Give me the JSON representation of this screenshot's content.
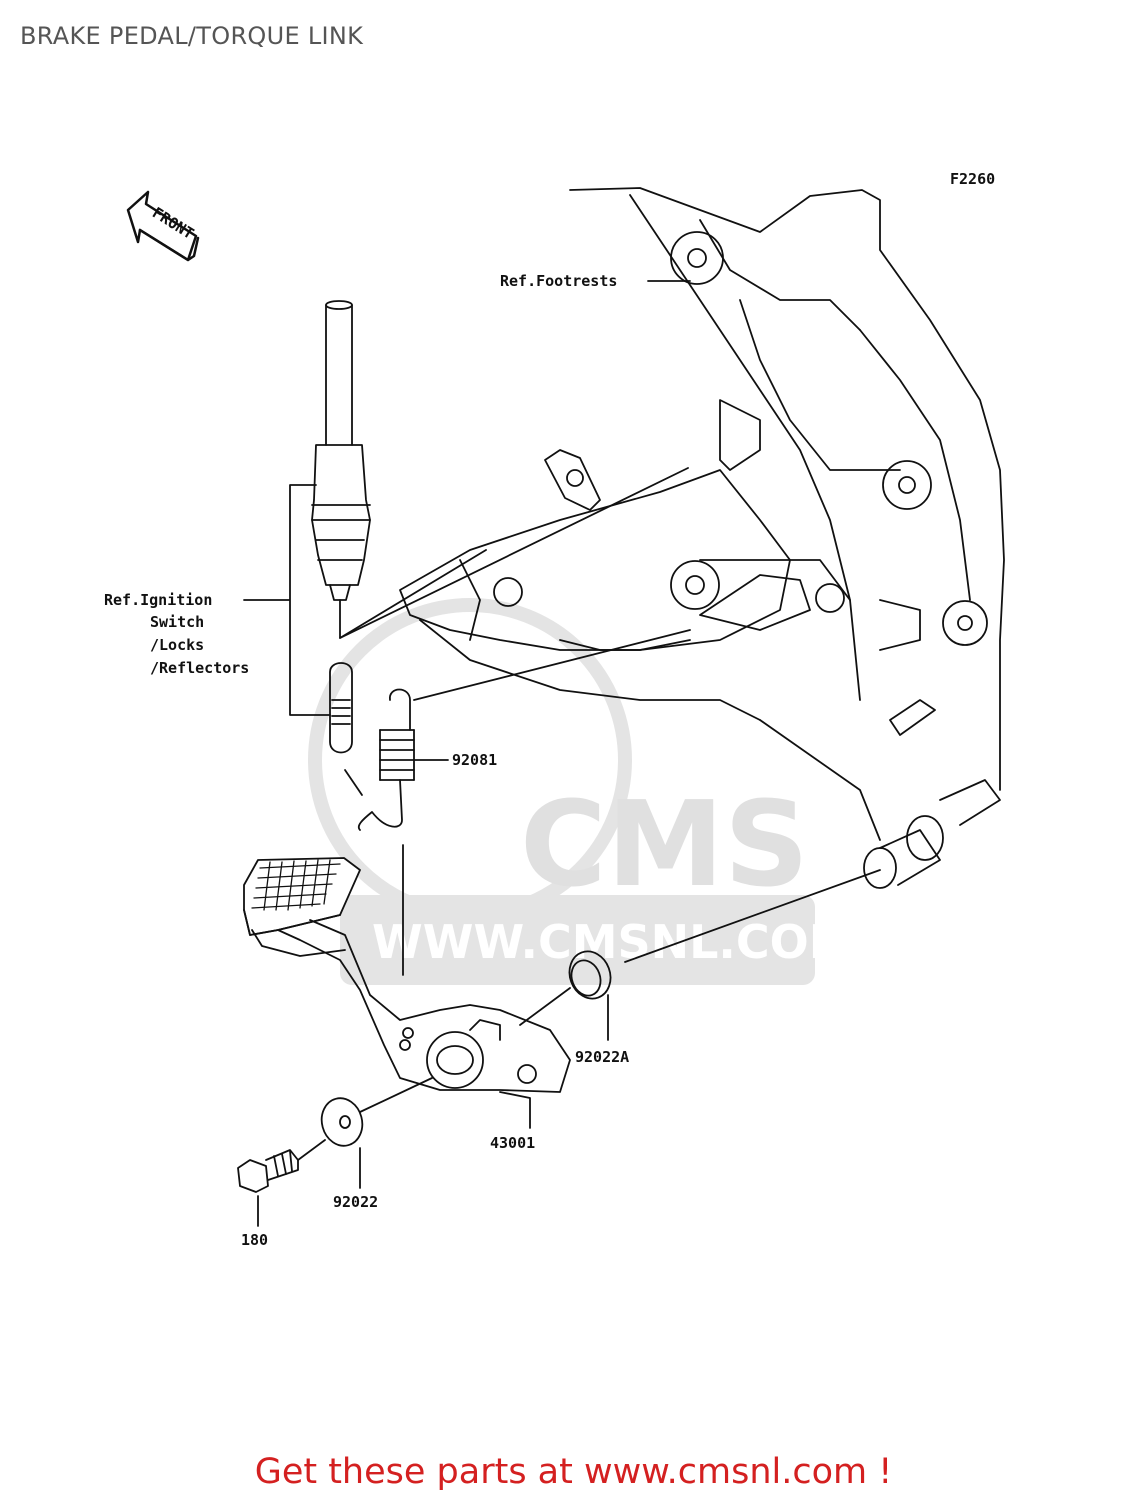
{
  "header": {
    "title": "BRAKE PEDAL/TORQUE LINK"
  },
  "diagram": {
    "figure_code": "F2260",
    "front_marker": "FRONT",
    "callouts": {
      "ref_footrests": "Ref.Footrests",
      "ref_ignition_line1": "Ref.Ignition",
      "ref_ignition_line2": "Switch",
      "ref_ignition_line3": "/Locks",
      "ref_ignition_line4": "/Reflectors",
      "spring": "92081",
      "washer_a": "92022A",
      "pedal": "43001",
      "washer": "92022",
      "bolt": "180"
    },
    "watermark": {
      "logo": "CMS",
      "url": "WWW.CMSNL.COM"
    }
  },
  "footer": {
    "promo": "Get these parts at www.cmsnl.com !"
  },
  "colors": {
    "line": "#111111",
    "watermark": "#e6e6e6",
    "promo": "#d42020",
    "title": "#555555"
  }
}
